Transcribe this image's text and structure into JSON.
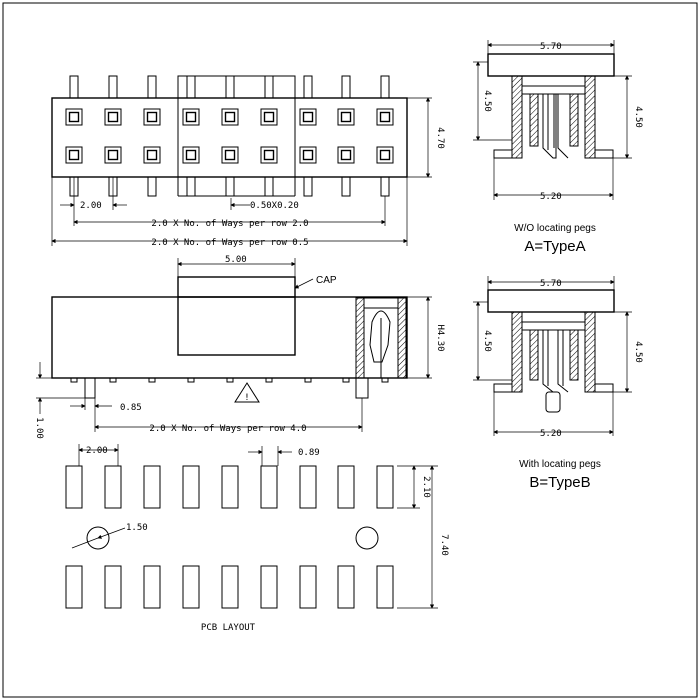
{
  "top_view": {
    "dim_pitch": "2.00",
    "dim_pin": "0.50X0.20",
    "dim_height": "4.70",
    "dim_inner": "2.0 X No. of Ways per row 2.0",
    "dim_outer": "2.0 X No. of Ways per row 0.5"
  },
  "side_view": {
    "dim_cap": "5.00",
    "cap_label": "CAP",
    "dim_h": "H4.30",
    "dim_peg_offset": "0.85",
    "dim_leg": "1.00",
    "dim_length": "2.0 X No. of Ways per row 4.0",
    "warning_symbol": "warning-triangle-icon"
  },
  "pcb_layout": {
    "dim_pitch": "2.00",
    "dim_pad_width": "0.89",
    "dim_pad_height": "2.10",
    "dim_hole": "1.50",
    "dim_span": "7.40",
    "label": "PCB LAYOUT"
  },
  "type_a": {
    "dim_top": "5.70",
    "dim_left": "4.50",
    "dim_right": "4.50",
    "dim_bottom": "5.20",
    "caption": "W/O locating pegs",
    "type_label": "A=TypeA"
  },
  "type_b": {
    "dim_top": "5.70",
    "dim_left": "4.50",
    "dim_right": "4.50",
    "dim_bottom": "5.20",
    "caption": "With locating pegs",
    "type_label": "B=TypeB"
  }
}
